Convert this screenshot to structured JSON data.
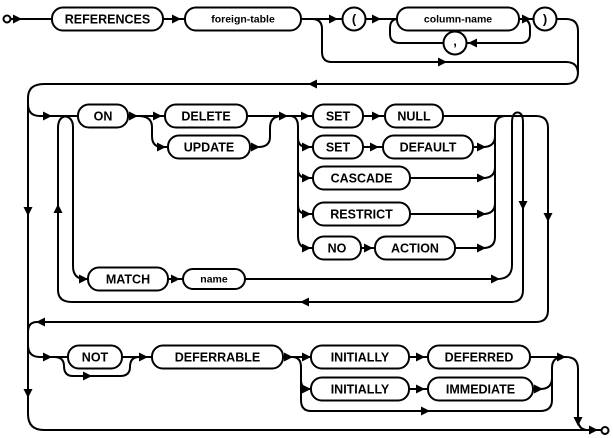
{
  "diagram": {
    "type": "railroad-syntax-diagram",
    "colors": {
      "line": "#000000",
      "box_fill": "#ffffff",
      "text": "#000000",
      "background": "#ffffff"
    },
    "nodes": {
      "references": "REFERENCES",
      "foreign_table": "foreign-table",
      "open_paren": "(",
      "column_name": "column-name",
      "comma": ",",
      "close_paren": ")",
      "on": "ON",
      "delete": "DELETE",
      "update": "UPDATE",
      "set_1": "SET",
      "null": "NULL",
      "set_2": "SET",
      "default": "DEFAULT",
      "cascade": "CASCADE",
      "restrict": "RESTRICT",
      "no": "NO",
      "action": "ACTION",
      "match": "MATCH",
      "name": "name",
      "not": "NOT",
      "deferrable": "DEFERRABLE",
      "initially_1": "INITIALLY",
      "deferred": "DEFERRED",
      "initially_2": "INITIALLY",
      "immediate": "IMMEDIATE"
    }
  }
}
